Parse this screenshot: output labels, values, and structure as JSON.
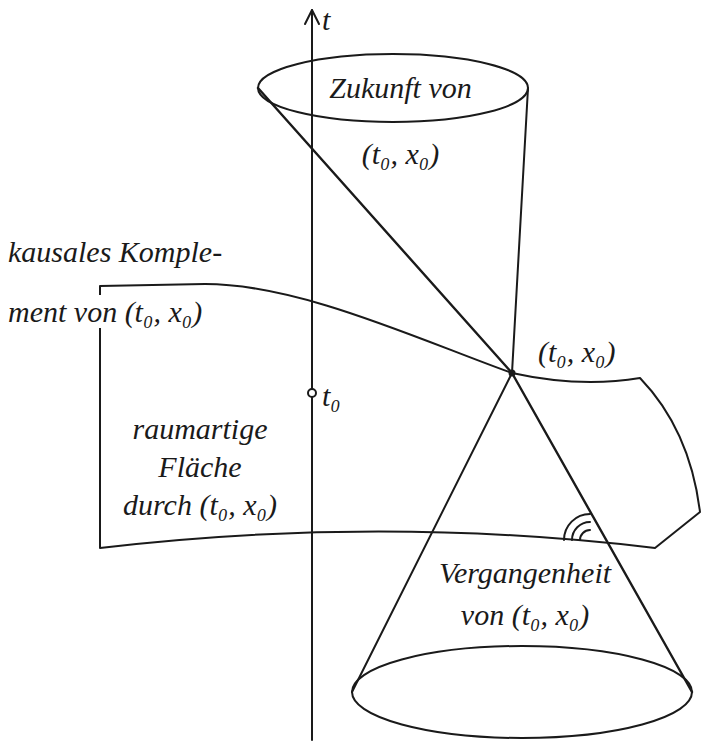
{
  "diagram": {
    "labels": [
      "t",
      "Zukunft von (t₀, x₀)",
      "kausales Komple-ment von (t₀, x₀)",
      "t₀",
      "(t₀, x₀)",
      "raumartige Fläche durch (t₀, x₀)",
      "Vergangenheit von (t₀, x₀)"
    ]
  }
}
